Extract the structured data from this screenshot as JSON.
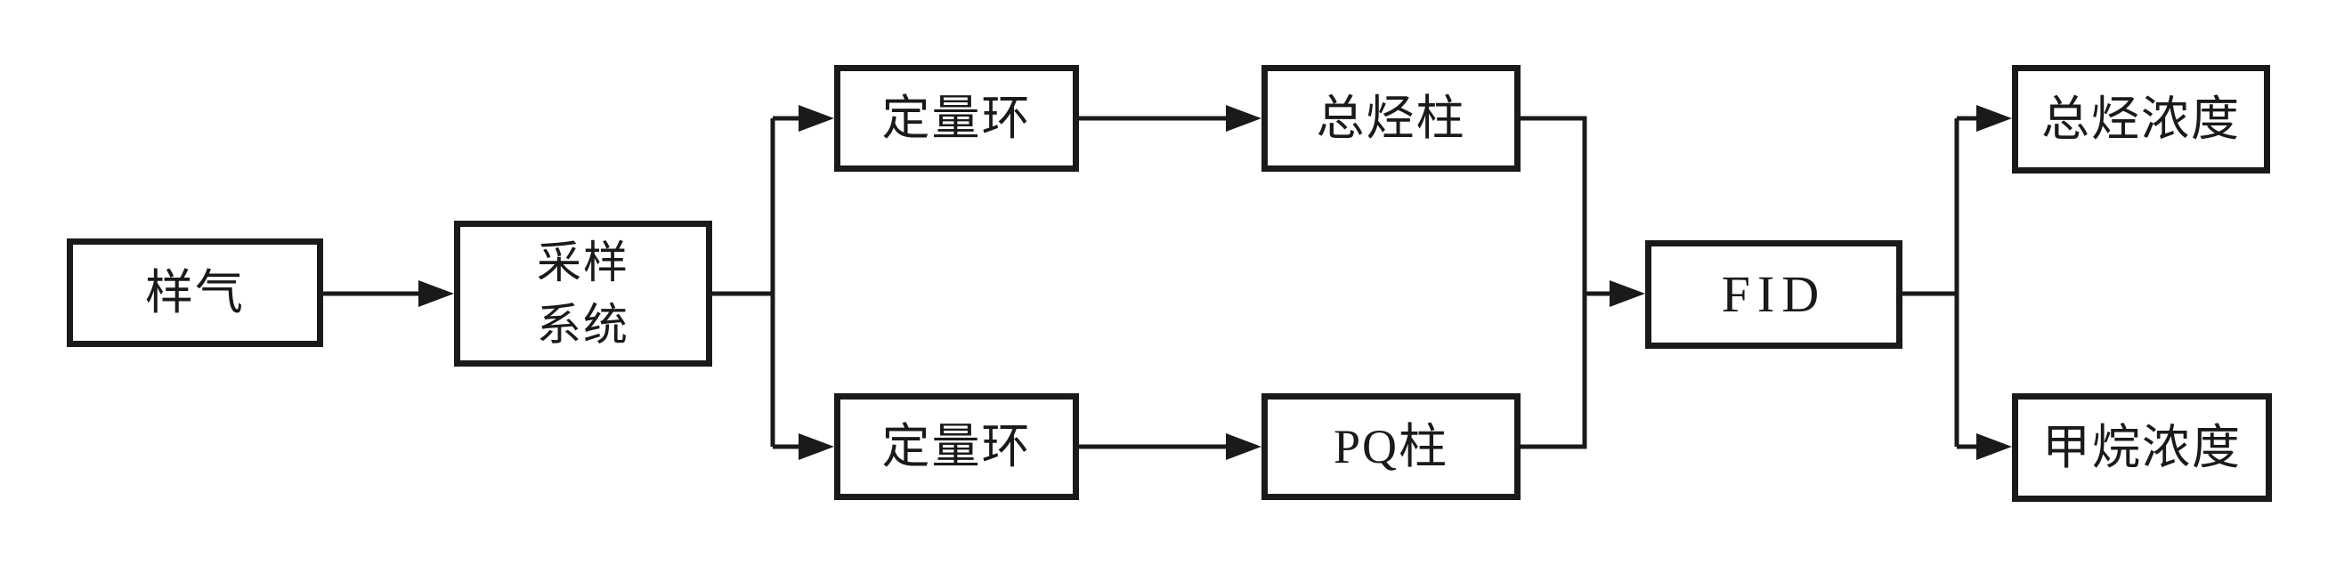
{
  "diagram": {
    "background_color": "#ffffff",
    "line_color": "#1a1a1a",
    "nodes": {
      "sample_gas": {
        "label": "样气"
      },
      "sampling_system": {
        "label": "采样系统",
        "lines": [
          "采样",
          "系统"
        ]
      },
      "loop_top": {
        "label": "定量环"
      },
      "thc_column": {
        "label": "总烃柱"
      },
      "loop_bottom": {
        "label": "定量环"
      },
      "pq_column": {
        "label": "PQ柱"
      },
      "fid": {
        "label": "FID"
      },
      "thc_concentration": {
        "label": "总烃浓度"
      },
      "methane_concentration": {
        "label": "甲烷浓度"
      }
    },
    "edges": [
      {
        "from": "sample_gas",
        "to": "sampling_system"
      },
      {
        "from": "sampling_system",
        "to": "loop_top"
      },
      {
        "from": "sampling_system",
        "to": "loop_bottom"
      },
      {
        "from": "loop_top",
        "to": "thc_column"
      },
      {
        "from": "loop_bottom",
        "to": "pq_column"
      },
      {
        "from": "thc_column",
        "to": "fid"
      },
      {
        "from": "pq_column",
        "to": "fid"
      },
      {
        "from": "fid",
        "to": "thc_concentration"
      },
      {
        "from": "fid",
        "to": "methane_concentration"
      }
    ]
  }
}
